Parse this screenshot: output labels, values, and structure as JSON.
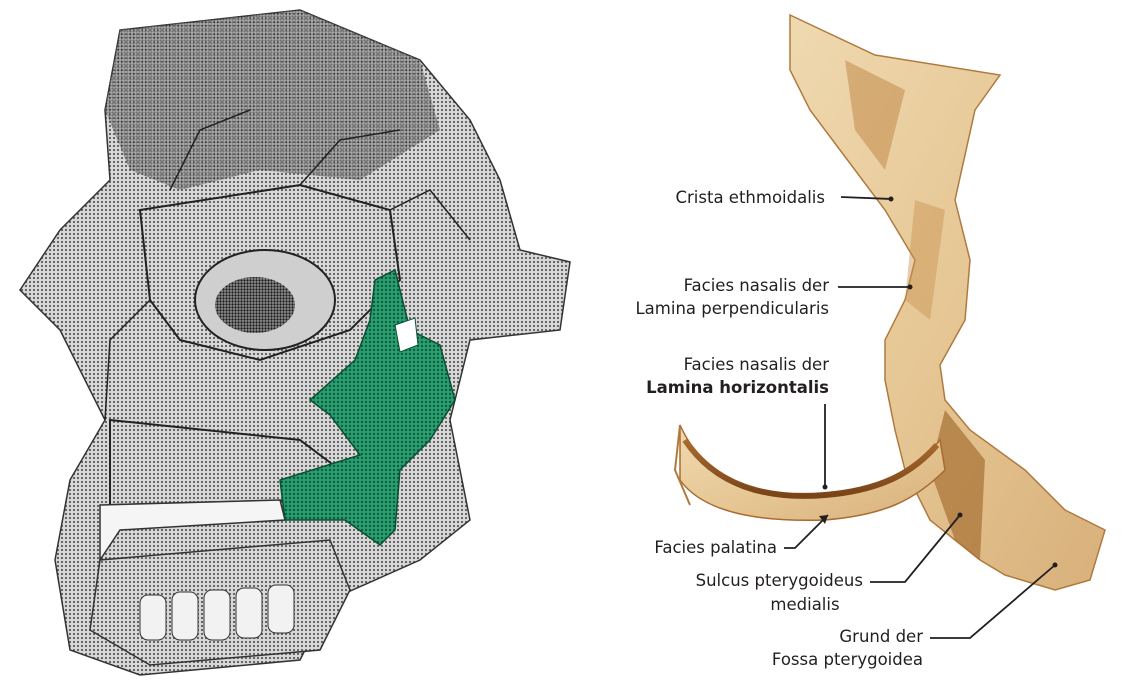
{
  "figure": {
    "left_panel": {
      "description_icon": "skull-sagittal-illustration",
      "highlight_color": "#1e8a5e"
    },
    "right_panel": {
      "description_icon": "palatine-bone-photo",
      "bone_color": "#e9cfa0"
    },
    "labels": {
      "crista_ethmoidalis": "Crista ethmoidalis",
      "facies_nasalis_perp_1": "Facies nasalis der",
      "facies_nasalis_perp_2": "Lamina perpendicularis",
      "facies_nasalis_horiz_1": "Facies nasalis der",
      "facies_nasalis_horiz_2": "Lamina horizontalis",
      "facies_palatina": "Facies palatina",
      "sulcus_1": "Sulcus pterygoideus",
      "sulcus_2": "medialis",
      "grund_1": "Grund der",
      "grund_2": "Fossa pterygoidea"
    }
  }
}
